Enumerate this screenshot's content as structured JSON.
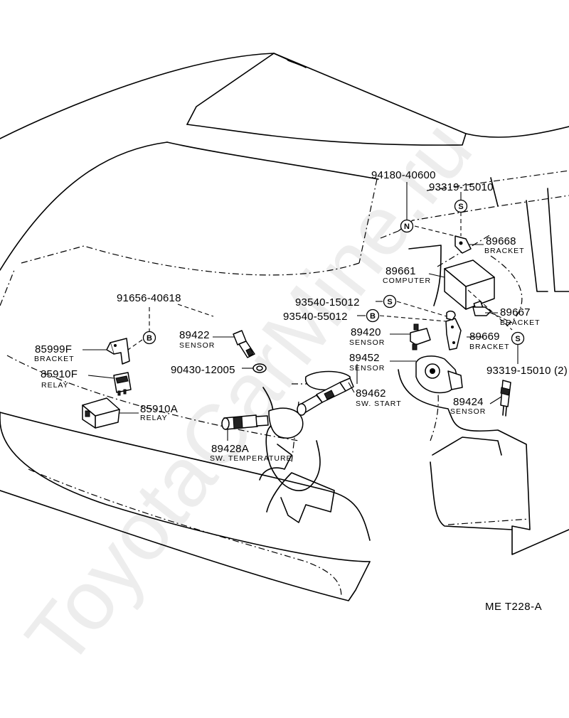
{
  "watermark": "ToyotaCarMine.ru",
  "figure_code": "ME T228-A",
  "callouts": {
    "n": "N",
    "s1": "S",
    "s2": "S",
    "s3": "S",
    "b1": "B",
    "b2": "B"
  },
  "parts": [
    {
      "number": "94180-40600",
      "name": ""
    },
    {
      "number": "93319-15010",
      "name": ""
    },
    {
      "number": "89668",
      "name": "BRACKET"
    },
    {
      "number": "89661",
      "name": "COMPUTER"
    },
    {
      "number": "93540-15012",
      "name": ""
    },
    {
      "number": "93540-55012",
      "name": ""
    },
    {
      "number": "89667",
      "name": "BRACKET"
    },
    {
      "number": "89420",
      "name": "SENSOR"
    },
    {
      "number": "89669",
      "name": "BRACKET"
    },
    {
      "number": "89452",
      "name": "SENSOR"
    },
    {
      "number": "93319-15010 (2)",
      "name": ""
    },
    {
      "number": "89462",
      "name": "SW. START"
    },
    {
      "number": "89424",
      "name": "SENSOR"
    },
    {
      "number": "91656-40618",
      "name": ""
    },
    {
      "number": "89422",
      "name": "SENSOR"
    },
    {
      "number": "85999F",
      "name": "BRACKET"
    },
    {
      "number": "85910F",
      "name": "RELAY"
    },
    {
      "number": "90430-12005",
      "name": ""
    },
    {
      "number": "85910A",
      "name": "RELAY"
    },
    {
      "number": "89428A",
      "name": "SW. TEMPERATURE"
    }
  ]
}
